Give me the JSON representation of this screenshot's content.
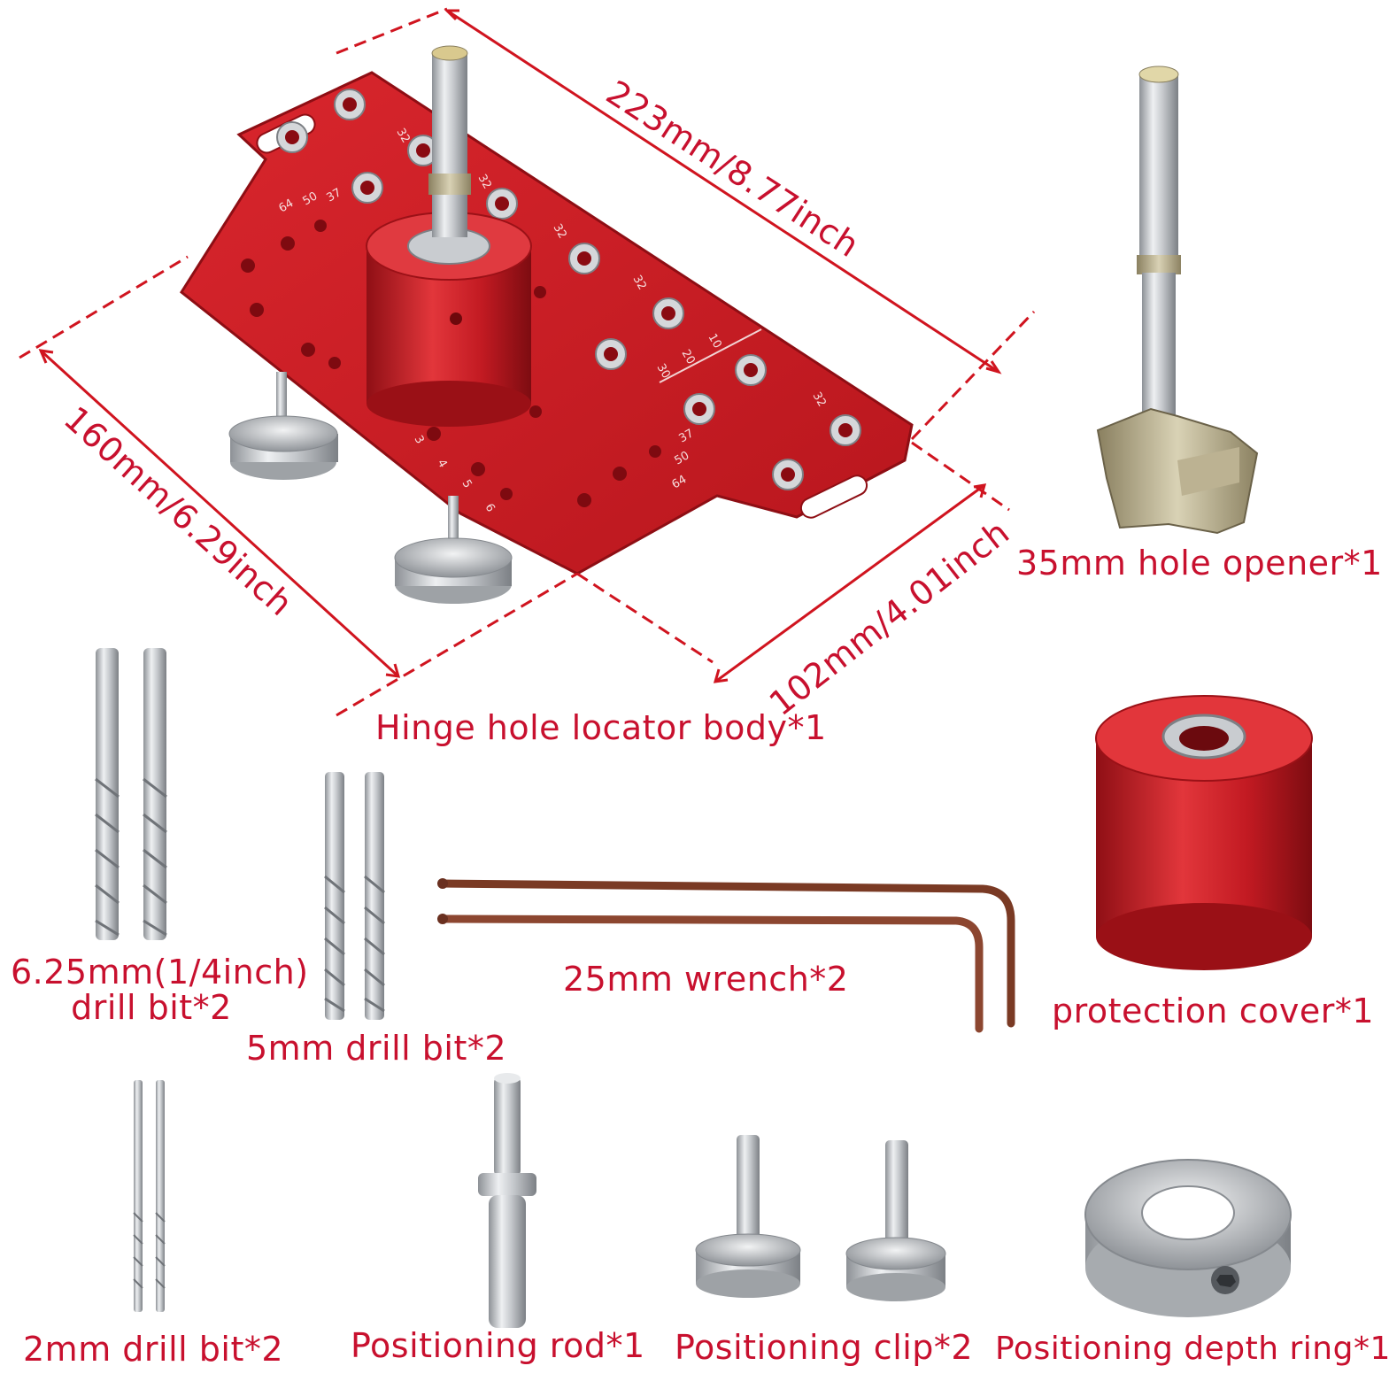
{
  "colors": {
    "accent": "#c8102e",
    "body_red": "#c8222a",
    "metal": "#c9ccd0"
  },
  "dimensions": {
    "length": "223mm/8.77inch",
    "width": "160mm/6.29inch",
    "depth": "102mm/4.01inch"
  },
  "components": [
    {
      "label": "Hinge hole locator body*1",
      "icon": "hinge-locator-icon"
    },
    {
      "label": "35mm hole opener*1",
      "icon": "forstner-bit-icon"
    },
    {
      "label": "6.25mm(1/4inch)",
      "label2": "drill bit*2",
      "icon": "drill-bit-icon"
    },
    {
      "label": "5mm drill bit*2",
      "icon": "drill-bit-icon"
    },
    {
      "label": "25mm wrench*2",
      "icon": "hex-wrench-icon"
    },
    {
      "label": "protection cover*1",
      "icon": "cover-cylinder-icon"
    },
    {
      "label": "2mm drill bit*2",
      "icon": "drill-bit-icon"
    },
    {
      "label": "Positioning rod*1",
      "icon": "rod-icon"
    },
    {
      "label": "Positioning clip*2",
      "icon": "thumb-screw-icon"
    },
    {
      "label": "Positioning depth ring*1",
      "icon": "collar-ring-icon"
    }
  ],
  "plate_marks": {
    "spacing": "32",
    "offsets": [
      "64",
      "50",
      "37"
    ],
    "small": [
      "3",
      "4",
      "5",
      "6"
    ],
    "scale": [
      "10",
      "20",
      "30"
    ]
  }
}
